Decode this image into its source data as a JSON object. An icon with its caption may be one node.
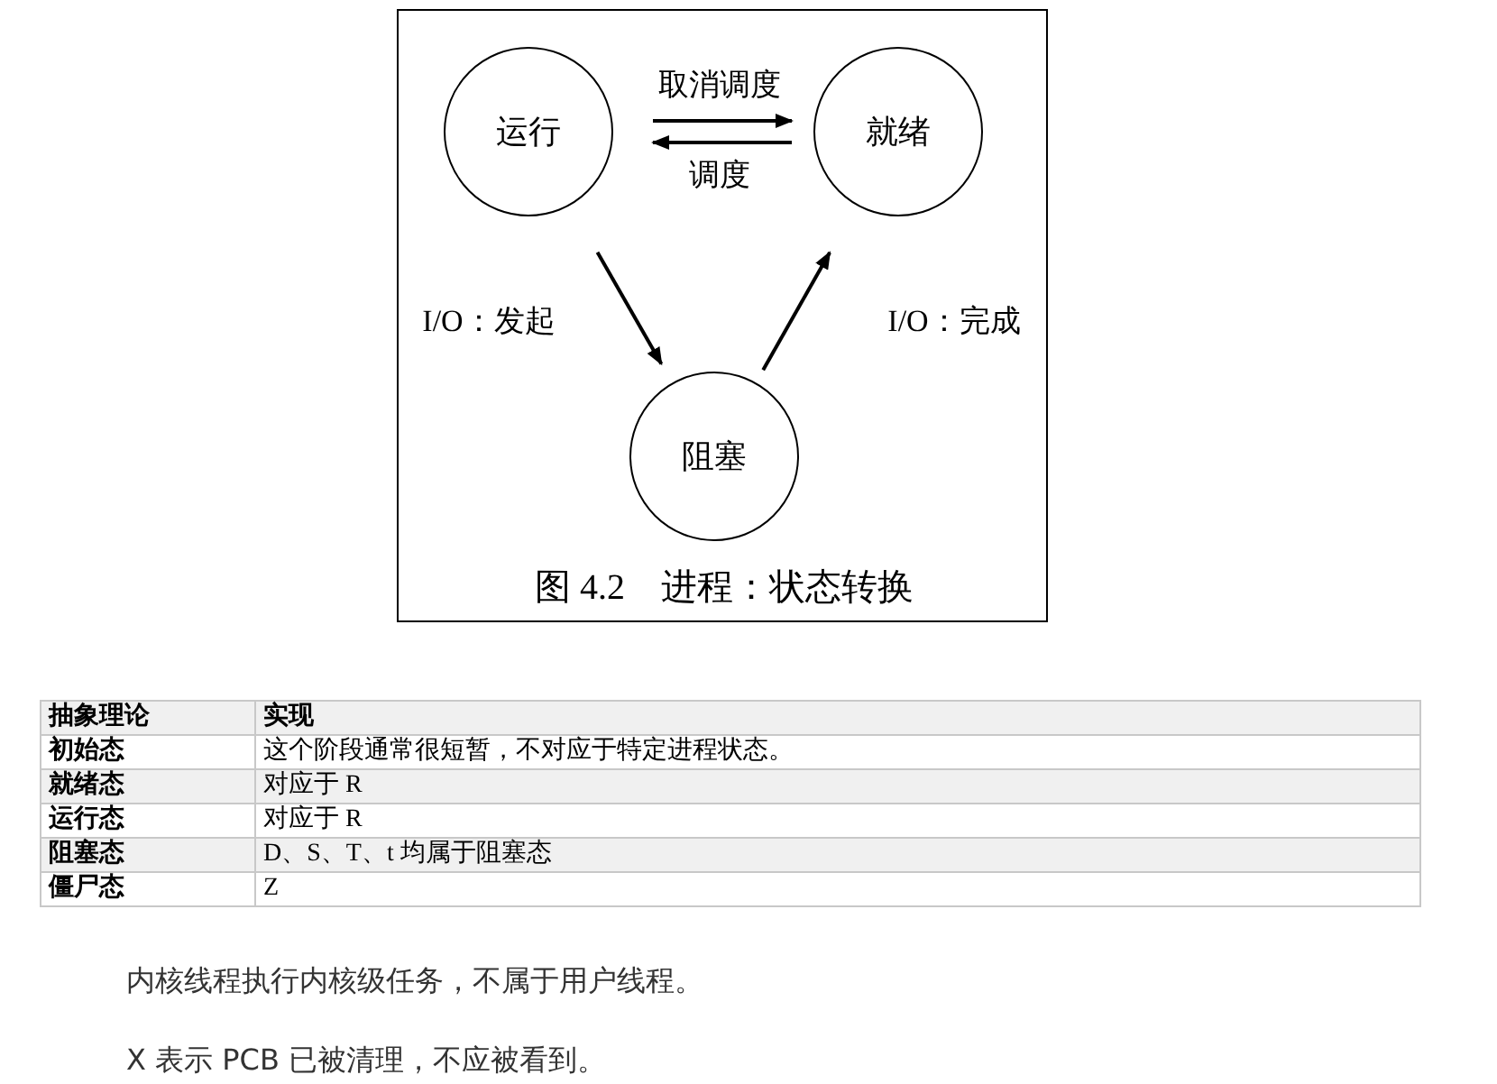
{
  "diagram": {
    "caption": "图 4.2　进程：状态转换",
    "nodes": [
      {
        "text": [
          "运行"
        ]
      },
      {
        "text": [
          "就绪"
        ]
      },
      {
        "text": [
          "阻塞"
        ]
      }
    ],
    "edges": [
      {
        "from": 0,
        "to": 1,
        "arrow": "to",
        "label": "取消调度"
      },
      {
        "from": 1,
        "to": 0,
        "arrow": "to",
        "label": "调度"
      },
      {
        "from": 0,
        "to": 2,
        "arrow": "to",
        "label": "I/O：发起"
      },
      {
        "from": 2,
        "to": 1,
        "arrow": "to",
        "label": "I/O：完成"
      }
    ],
    "labels": [
      "抽象理论",
      "实现",
      "初始态",
      "这个阶段通常很短暂，不对应于特定进程状态。",
      "就绪态",
      "对应于 R",
      "运行态",
      "对应于 R",
      "阻塞态",
      "D、S、T、t 均属于阻塞态",
      "僵尸态",
      "Z",
      "内核线程执行内核级任务，不属于用户线程。",
      "X 表示 PCB 已被清理，不应被看到。"
    ]
  }
}
